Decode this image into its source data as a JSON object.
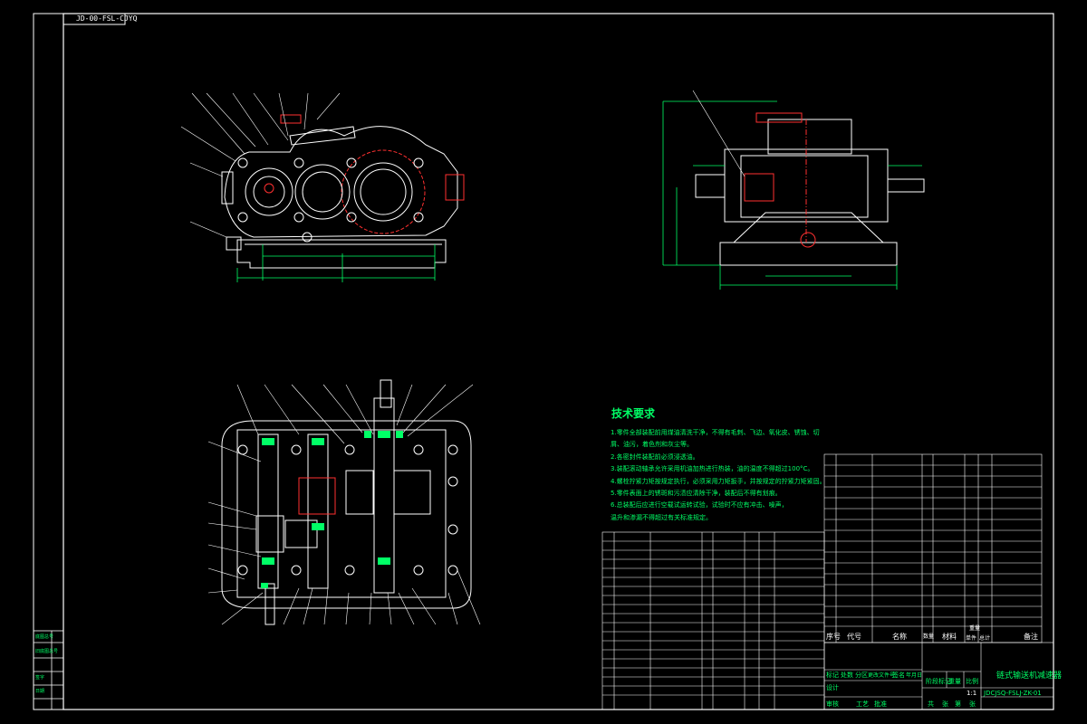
{
  "drawing": {
    "number_tag": "JD-00-FSL-CJYQ",
    "title": "链式输送机减速器",
    "drawing_code": "JDCJSQ-FSLJ-ZK-01"
  },
  "technical_requirements": {
    "heading": "技术要求",
    "notes": [
      "1.零件全部装配前用煤油清洗干净，不得有毛刺、飞边、氧化皮、锈蚀、切",
      "屑、油污，着色剂和灰尘等。",
      "2.各密封件装配前必须浸透油。",
      "3.装配滚动轴承允许采用机油加热进行热装，油的温度不得超过100°C。",
      "4.螺栓拧紧力矩按规定执行，必须采用力矩扳手，并按规定的拧紧力矩紧固。",
      "5.零件表面上的锈斑和污渍应清除干净，装配后不得有划痕。",
      "6.总装配后应进行空载试运转试验，试验时不应有冲击、噪声，",
      "温升和渗漏不得超过有关标准规定。"
    ]
  },
  "title_block": {
    "headers": [
      "序号",
      "代号",
      "名称",
      "数量",
      "材料",
      "单件",
      "总计",
      "备注"
    ],
    "header_short": [
      "重量"
    ],
    "sign_row": [
      "标记",
      "处数",
      "分区",
      "更改文件号",
      "签名",
      "年月日"
    ],
    "sign_row2": [
      "设计",
      "审核",
      "工艺",
      "批准"
    ],
    "stage_labels": [
      "阶段标记",
      "重量",
      "比例"
    ],
    "scale": "1:1",
    "sheet": [
      "共",
      "张",
      "第",
      "张"
    ]
  },
  "left_strip": [
    "底图总号",
    "旧底图总号",
    "签字",
    "日期"
  ]
}
